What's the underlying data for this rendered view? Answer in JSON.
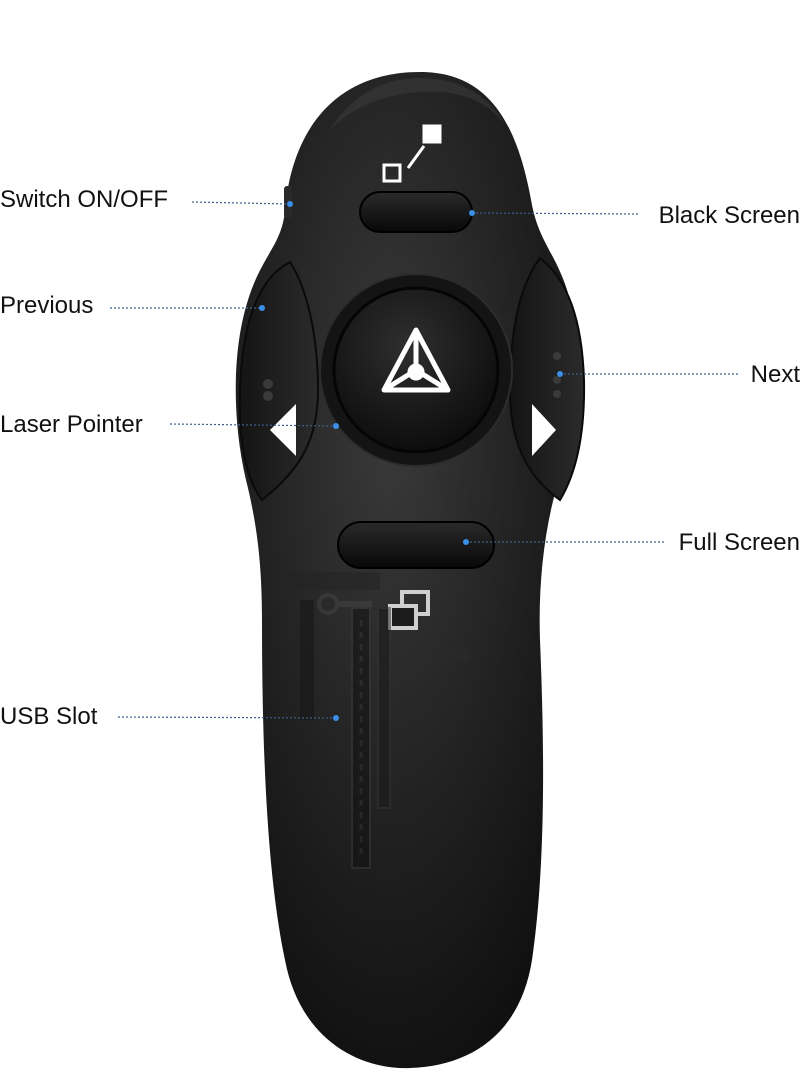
{
  "diagram": {
    "subject": "laser presenter remote",
    "leader_color": "#3a5f8f",
    "dot_color": "#3b8fe6",
    "body_color": "#1c1c1c",
    "labels": {
      "switch": "Switch ON/OFF",
      "previous": "Previous",
      "laser": "Laser Pointer",
      "usb": "USB Slot",
      "black_screen": "Black Screen",
      "next": "Next",
      "full_screen": "Full Screen"
    },
    "icons": {
      "black_screen": "square-slash-icon",
      "laser": "laser-triangle-icon",
      "previous": "triangle-left-icon",
      "next": "triangle-right-icon",
      "full_screen": "overlapping-squares-icon"
    }
  }
}
